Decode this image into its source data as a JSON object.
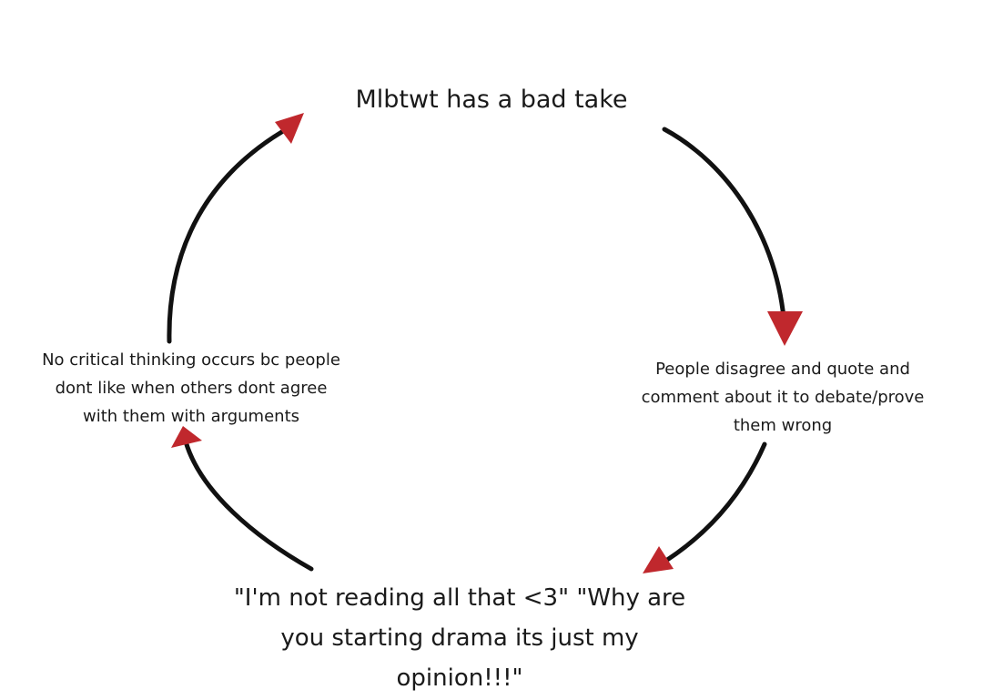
{
  "nodes": {
    "top": {
      "lines": [
        "Mlbtwt has a bad take"
      ]
    },
    "right": {
      "lines": [
        "People disagree and quote and",
        "comment about it to debate/prove",
        "them wrong"
      ]
    },
    "bottom": {
      "lines": [
        "\"I'm not reading all that <3\" \"Why are",
        "you starting drama its just my",
        "opinion!!!\""
      ]
    },
    "left": {
      "lines": [
        "No critical thinking occurs bc people",
        "dont like when others dont agree",
        "with them with arguments"
      ]
    }
  },
  "colors": {
    "background": "#ffffff",
    "text": "#1a1a1a",
    "arrow_line": "#111111",
    "arrow_head": "#c0282d"
  }
}
